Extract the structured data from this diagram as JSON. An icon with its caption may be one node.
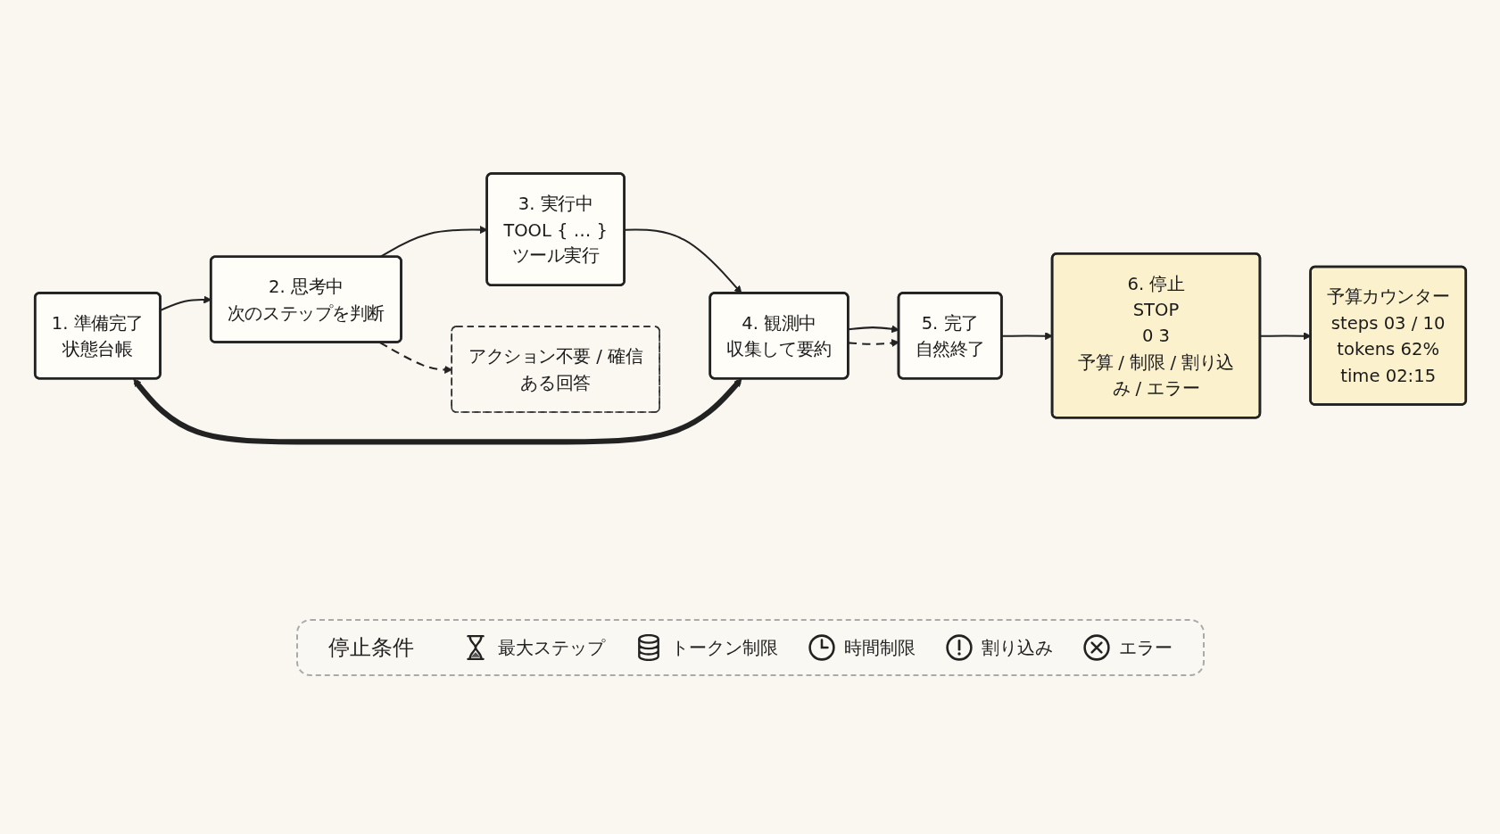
{
  "diagram": {
    "nodes": [
      {
        "text": [
          "1. 準備完了",
          "状態台帳"
        ]
      },
      {
        "text": [
          "2. 思考中",
          "次のステップを判断"
        ]
      },
      {
        "text": [
          "3. 実行中",
          "TOOL { … }",
          "ツール実行"
        ]
      },
      {
        "text": [
          "4. 観測中",
          "収集して要約"
        ]
      },
      {
        "text": [
          "5. 完了",
          "自然終了"
        ]
      },
      {
        "text": [
          "6. 停止",
          "STOP",
          "0 3",
          "予算 / 制限 / 割り込み / エラー"
        ]
      },
      {
        "text": [
          "予算カウンター",
          "steps 03 / 10",
          "tokens 62%",
          "time 02:15"
        ]
      },
      {
        "text": [
          "アクション不要 / 確信ある回答"
        ]
      }
    ],
    "edges": [
      {
        "from": 0,
        "to": 1,
        "arrow": "to"
      },
      {
        "from": 1,
        "to": 2,
        "arrow": "to"
      },
      {
        "from": 2,
        "to": 3,
        "arrow": "to"
      },
      {
        "from": 3,
        "to": 4,
        "arrow": "to"
      },
      {
        "from": 4,
        "to": 5,
        "arrow": "to"
      },
      {
        "from": 5,
        "to": 6,
        "arrow": "to"
      },
      {
        "from": 1,
        "to": 7,
        "arrow": "to",
        "style": "dashed"
      },
      {
        "from": 0,
        "to": 3,
        "arrow": "both",
        "style": "thick"
      },
      {
        "from": 3,
        "to": 4,
        "arrow": "to",
        "style": "dashed"
      }
    ],
    "labels": [
      "停止条件"
    ],
    "legend": [
      {
        "text": "最大ステップ"
      },
      {
        "text": "トークン制限"
      },
      {
        "text": "時間制限"
      },
      {
        "text": "割り込み"
      },
      {
        "text": "エラー"
      }
    ]
  }
}
